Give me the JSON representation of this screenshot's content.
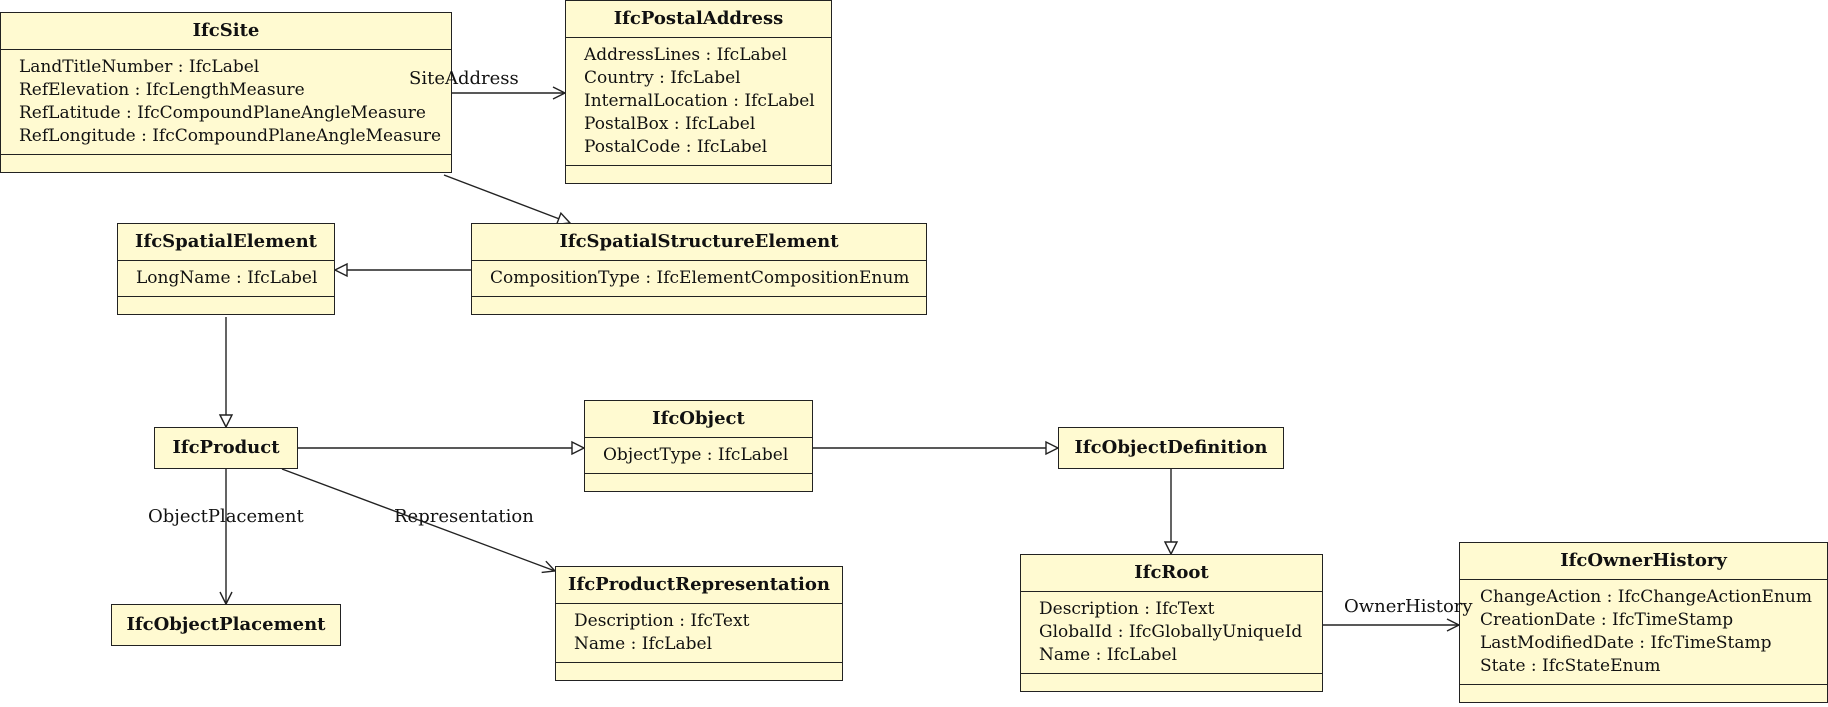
{
  "classes": {
    "ifcsite": {
      "name": "IfcSite",
      "attributes": [
        "LandTitleNumber : IfcLabel",
        "RefElevation : IfcLengthMeasure",
        "RefLatitude : IfcCompoundPlaneAngleMeasure",
        "RefLongitude : IfcCompoundPlaneAngleMeasure"
      ]
    },
    "ifcpostaladdress": {
      "name": "IfcPostalAddress",
      "attributes": [
        "AddressLines : IfcLabel",
        "Country : IfcLabel",
        "InternalLocation : IfcLabel",
        "PostalBox : IfcLabel",
        "PostalCode : IfcLabel"
      ]
    },
    "ifcspatialelement": {
      "name": "IfcSpatialElement",
      "attributes": [
        "LongName : IfcLabel"
      ]
    },
    "ifcspatialstructureelement": {
      "name": "IfcSpatialStructureElement",
      "attributes": [
        "CompositionType : IfcElementCompositionEnum"
      ]
    },
    "ifcproduct": {
      "name": "IfcProduct"
    },
    "ifcobject": {
      "name": "IfcObject",
      "attributes": [
        "ObjectType : IfcLabel"
      ]
    },
    "ifcobjectdefinition": {
      "name": "IfcObjectDefinition"
    },
    "ifcobjectplacement": {
      "name": "IfcObjectPlacement"
    },
    "ifcproductrepresentation": {
      "name": "IfcProductRepresentation",
      "attributes": [
        "Description : IfcText",
        "Name : IfcLabel"
      ]
    },
    "ifcroot": {
      "name": "IfcRoot",
      "attributes": [
        "Description : IfcText",
        "GlobalId : IfcGloballyUniqueId",
        "Name : IfcLabel"
      ]
    },
    "ifcownerhistory": {
      "name": "IfcOwnerHistory",
      "attributes": [
        "ChangeAction : IfcChangeActionEnum",
        "CreationDate : IfcTimeStamp",
        "LastModifiedDate : IfcTimeStamp",
        "State : IfcStateEnum"
      ]
    }
  },
  "associations": {
    "site_address": "SiteAddress",
    "object_placement": "ObjectPlacement",
    "representation": "Representation",
    "owner_history": "OwnerHistory"
  }
}
